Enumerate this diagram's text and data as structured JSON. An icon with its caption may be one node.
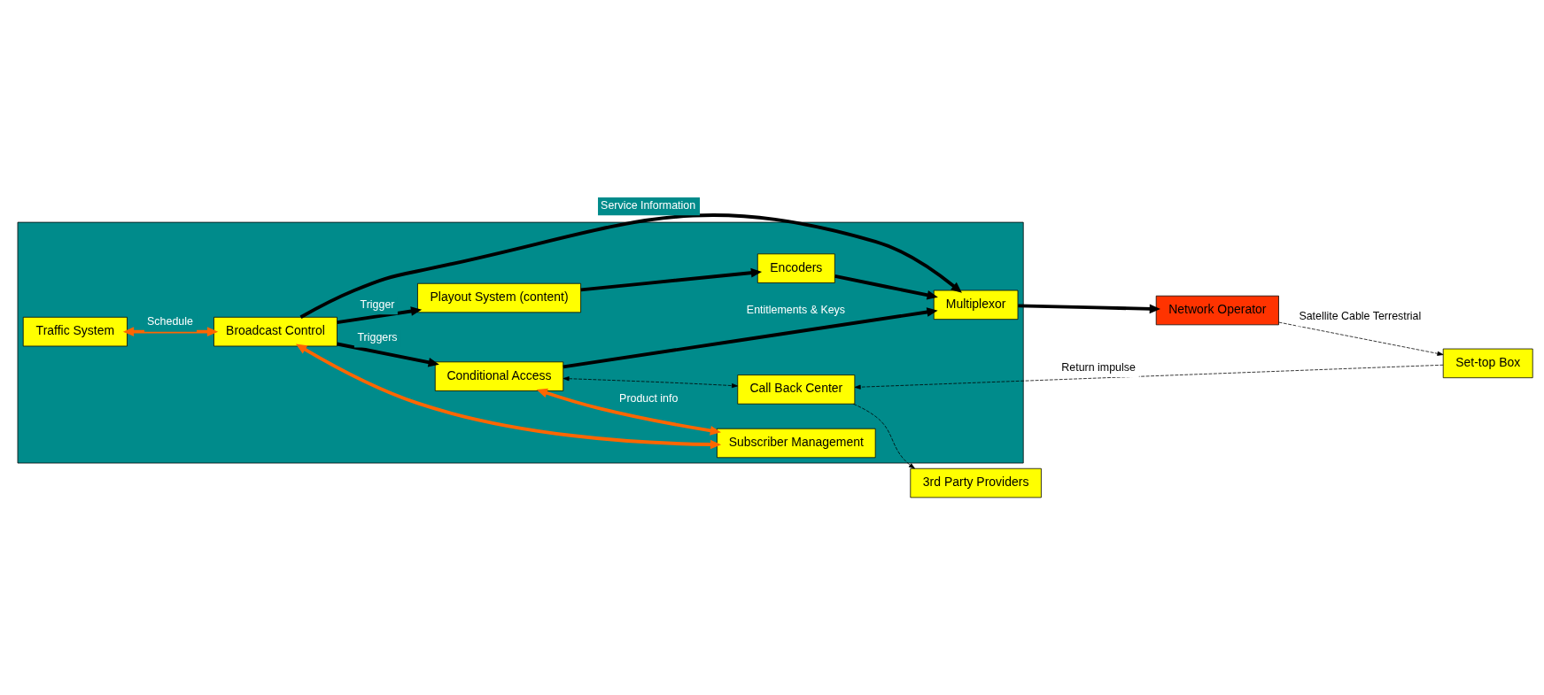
{
  "diagram": {
    "nodes": [
      {
        "text": [],
        "shape": "box"
      },
      {
        "text": [
          "Traffic System"
        ],
        "in": 0
      },
      {
        "text": [
          "Subscriber Management"
        ],
        "in": 0
      },
      {
        "text": [
          "Broadcast Control"
        ],
        "in": 0
      },
      {
        "text": [
          "Playout System (content)"
        ],
        "in": 0
      },
      {
        "text": [
          "Encoders"
        ],
        "in": 0
      },
      {
        "text": [
          "Multiplexor"
        ],
        "in": 0
      },
      {
        "text": [
          "Conditional Access"
        ],
        "in": 0
      },
      {
        "text": [
          "Call Back Center"
        ],
        "in": 0
      },
      {
        "text": [
          "Network Operator"
        ]
      },
      {
        "text": [
          "Set-top Box"
        ]
      },
      {
        "text": [
          "3rd Party Providers"
        ]
      }
    ],
    "edges": [
      {
        "from": 7,
        "to": 2,
        "arrow": "both",
        "label": "Product info",
        "color": "#ff6600"
      },
      {
        "from": 1,
        "to": 3,
        "arrow": "both",
        "label": "Schedule",
        "color": "#ff6600"
      },
      {
        "from": 3,
        "to": 2,
        "arrow": "both",
        "color": "#ff6600"
      },
      {
        "from": 3,
        "to": 6,
        "arrow": "to",
        "label": "Service Information"
      },
      {
        "from": 3,
        "to": 4,
        "arrow": "to",
        "label": "Trigger"
      },
      {
        "from": 4,
        "to": 5,
        "arrow": "to"
      },
      {
        "from": 5,
        "to": 6,
        "arrow": "to"
      },
      {
        "from": 3,
        "to": 7,
        "arrow": "to",
        "label": "Triggers"
      },
      {
        "from": 7,
        "to": 6,
        "arrow": "to",
        "label": "Entitlements & Keys"
      },
      {
        "from": 7,
        "to": 8,
        "arrow": "both",
        "style": "dashed"
      },
      {
        "from": 6,
        "to": 9,
        "arrow": "to"
      },
      {
        "from": 9,
        "to": 10,
        "arrow": "to",
        "label": "Satellite Cable Terrestrial",
        "style": "dashed"
      },
      {
        "from": 10,
        "to": 8,
        "arrow": "to",
        "label": "Return impulse",
        "style": "dashed"
      },
      {
        "from": 8,
        "to": 11,
        "arrow": "to",
        "style": "dashed"
      }
    ]
  }
}
